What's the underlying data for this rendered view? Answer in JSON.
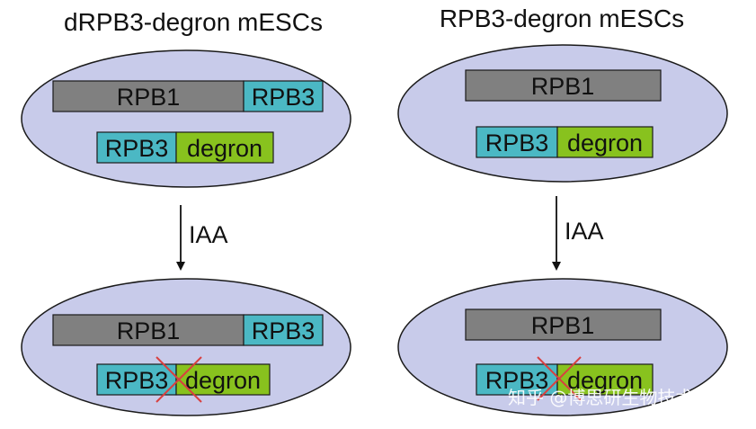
{
  "colors": {
    "cell_fill": "#c8cbea",
    "cell_stroke": "#1a1a1a",
    "rpb1_fill": "#808080",
    "rpb3_fill": "#4bb8c4",
    "degron_fill": "#88c21e",
    "cross": "#d84040"
  },
  "left": {
    "title": "dRPB3-degron mESCs",
    "top_cell": {
      "rpb1": "RPB1",
      "rpb3_fused": "RPB3",
      "rpb3": "RPB3",
      "degron": "degron"
    },
    "treatment": "IAA",
    "bottom_cell": {
      "rpb1": "RPB1",
      "rpb3_fused": "RPB3",
      "rpb3": "RPB3",
      "degron": "degron"
    }
  },
  "right": {
    "title": "RPB3-degron mESCs",
    "top_cell": {
      "rpb1": "RPB1",
      "rpb3": "RPB3",
      "degron": "degron"
    },
    "treatment": "IAA",
    "bottom_cell": {
      "rpb1": "RPB1",
      "rpb3": "RPB3",
      "degron": "degron"
    }
  },
  "watermark": "知乎 @博思研生物技术"
}
